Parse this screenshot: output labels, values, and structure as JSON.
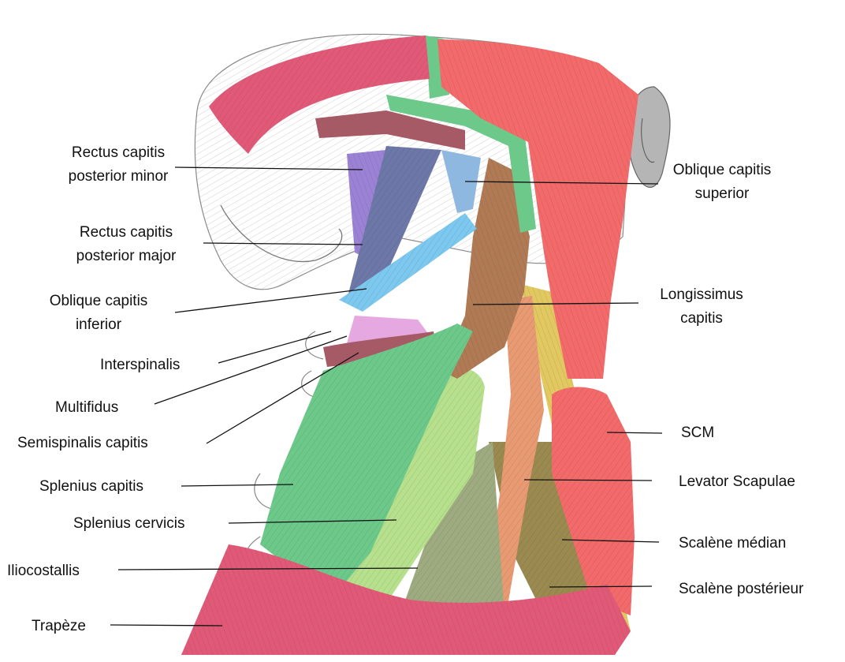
{
  "colors": {
    "trapezius": "#e05a78",
    "sternocleidomastoid": "#f26a6a",
    "splenius": "#6cc98a",
    "oblique_inferior": "#7cc8ee",
    "rectus_minor": "#9b82d4",
    "rectus_major": "#6e78a8",
    "oblique_superior": "#8fb8e0",
    "longissimus": "#b07a55",
    "semispinalis": "#a65a66",
    "interspinalis": "#e6a8e0",
    "splenius_cervicis": "#b6e08c",
    "iliocostalis": "#9eaa80",
    "levator": "#e89a72",
    "scalene_median": "#e2c860",
    "scalene_posterior": "#9a8a50",
    "leader_lines": "#111111"
  },
  "labels": {
    "rectus_minor": [
      "Rectus capitis",
      "posterior minor"
    ],
    "rectus_major": [
      "Rectus capitis",
      "posterior major"
    ],
    "oblique_inferior": [
      "Oblique capitis",
      "inferior"
    ],
    "interspinalis": "Interspinalis",
    "multifidus": "Multifidus",
    "semispinalis": "Semispinalis capitis",
    "splenius_capitis": "Splenius capitis",
    "splenius_cervicis": "Splenius cervicis",
    "iliocostalis": "Iliocostallis",
    "trapeze": "Trapèze",
    "oblique_superior": [
      "Oblique capitis",
      "superior"
    ],
    "longissimus": [
      "Longissimus",
      "capitis"
    ],
    "scm": "SCM",
    "levator": "Levator Scapulae",
    "scalene_median": "Scalène médian",
    "scalene_posterior": "Scalène postérieur"
  }
}
